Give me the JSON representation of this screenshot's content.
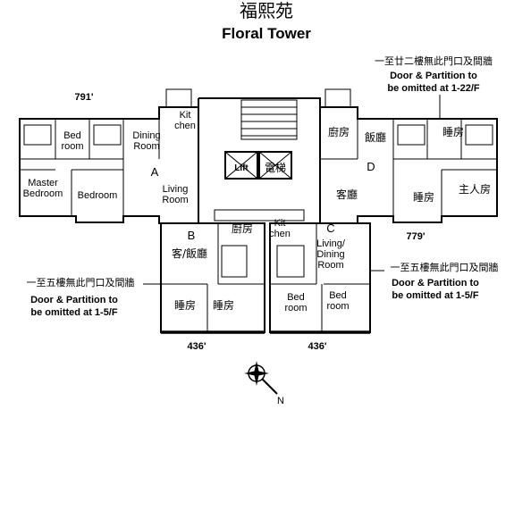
{
  "title": {
    "chinese": "福熙苑",
    "english": "Floral Tower"
  },
  "areas": {
    "flat_a": "791'",
    "flat_d": "779'",
    "flat_b": "436'",
    "flat_c": "436'"
  },
  "flats": {
    "a": {
      "letter": "A",
      "rooms": [
        "Bed",
        "room",
        "Dining",
        "Room",
        "Kit",
        "chen",
        "Master",
        "Bedroom",
        "Bedroom",
        "Living",
        "Room"
      ]
    },
    "b": {
      "letter": "B",
      "rooms": [
        "廚房",
        "客/飯廳",
        "睡房",
        "睡房"
      ]
    },
    "c": {
      "letter": "C",
      "rooms": [
        "Kit",
        "chen",
        "Living/",
        "Dining",
        "Room",
        "Bed",
        "room",
        "Bed",
        "room"
      ]
    },
    "d": {
      "letter": "D",
      "rooms": [
        "廚房",
        "飯廳",
        "睡房",
        "客廳",
        "睡房",
        "主人房"
      ]
    }
  },
  "core": {
    "lift": "Lift",
    "lift_cn": "電梯"
  },
  "notes": {
    "top_right": {
      "chinese": "一至廿二樓無此門口及間牆",
      "english_1": "Door & Partition to",
      "english_2": "be omitted at 1-22/F"
    },
    "left": {
      "chinese": "一至五樓無此門口及間牆",
      "english_1": "Door & Partition to",
      "english_2": "be omitted at 1-5/F"
    },
    "right": {
      "chinese": "一至五樓無此門口及間牆",
      "english_1": "Door & Partition to",
      "english_2": "be omitted at 1-5/F"
    }
  },
  "compass": {
    "label": "N"
  }
}
